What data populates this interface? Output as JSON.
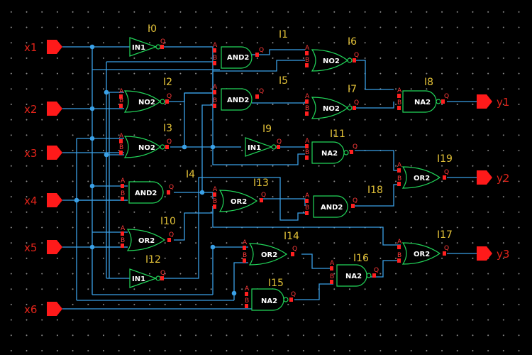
{
  "inputs": [
    "x1",
    "x2",
    "x3",
    "x4",
    "x5",
    "x6"
  ],
  "outputs": [
    "y1",
    "y2",
    "y3"
  ],
  "gates": {
    "i0": {
      "instance": "I0",
      "type": "IN1"
    },
    "i1": {
      "instance": "I1",
      "type": "AND2"
    },
    "i2": {
      "instance": "I2",
      "type": "NO2"
    },
    "i3": {
      "instance": "I3",
      "type": "NO2"
    },
    "i4": {
      "instance": "I4",
      "type": "AND2"
    },
    "i5": {
      "instance": "I5",
      "type": "AND2"
    },
    "i6": {
      "instance": "I6",
      "type": "NO2"
    },
    "i7": {
      "instance": "I7",
      "type": "NO2"
    },
    "i8": {
      "instance": "I8",
      "type": "NA2"
    },
    "i9": {
      "instance": "I9",
      "type": "IN1"
    },
    "i10": {
      "instance": "I10",
      "type": "OR2"
    },
    "i11": {
      "instance": "I11",
      "type": "NA2"
    },
    "i12": {
      "instance": "I12",
      "type": "IN1"
    },
    "i13": {
      "instance": "I13",
      "type": "OR2"
    },
    "i14": {
      "instance": "I14",
      "type": "OR2"
    },
    "i15": {
      "instance": "I15",
      "type": "NA2"
    },
    "i16": {
      "instance": "I16",
      "type": "NA2"
    },
    "i17": {
      "instance": "I17",
      "type": "OR2"
    },
    "i18": {
      "instance": "I18",
      "type": "AND2"
    },
    "i19": {
      "instance": "I19",
      "type": "OR2"
    }
  },
  "pins": {
    "a": "A",
    "b": "B",
    "q": "Q"
  }
}
